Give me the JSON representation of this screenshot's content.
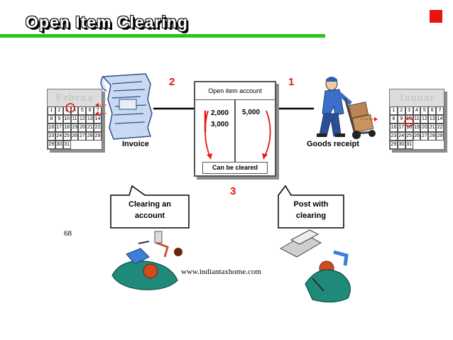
{
  "title": "Open Item Clearing",
  "calendars": {
    "left": {
      "month": "Februa",
      "days": [
        "1",
        "2",
        "3",
        "4",
        "5",
        "6",
        "7",
        "8",
        "9",
        "10",
        "11",
        "12",
        "13",
        "14",
        "16",
        "17",
        "18",
        "19",
        "20",
        "21",
        "22",
        "23",
        "24",
        "25",
        "26",
        "27",
        "28",
        "29",
        "29",
        "30",
        "31"
      ]
    },
    "right": {
      "month": "Januar",
      "days": [
        "1",
        "2",
        "3",
        "4",
        "5",
        "6",
        "7",
        "8",
        "9",
        "10",
        "11",
        "12",
        "13",
        "14",
        "16",
        "17",
        "18",
        "19",
        "20",
        "21",
        "22",
        "23",
        "24",
        "25",
        "26",
        "27",
        "28",
        "29",
        "29",
        "30",
        "31"
      ]
    }
  },
  "steps": {
    "one": "1",
    "two": "2",
    "three": "3"
  },
  "labels": {
    "invoice": "Invoice",
    "goods_receipt": "Goods receipt"
  },
  "account": {
    "title": "Open item account",
    "debit_1": "2,000",
    "debit_2": "3,000",
    "credit_1": "5,000",
    "cleared": "Can be cleared"
  },
  "callouts": {
    "clearing_line1": "Clearing an",
    "clearing_line2": "account",
    "post_line1": "Post with",
    "post_line2": "clearing"
  },
  "page_number": "68",
  "url": "www.indiantaxhome.com",
  "colors": {
    "accent_red": "#e8140f",
    "green_rule": "#27c51a"
  }
}
